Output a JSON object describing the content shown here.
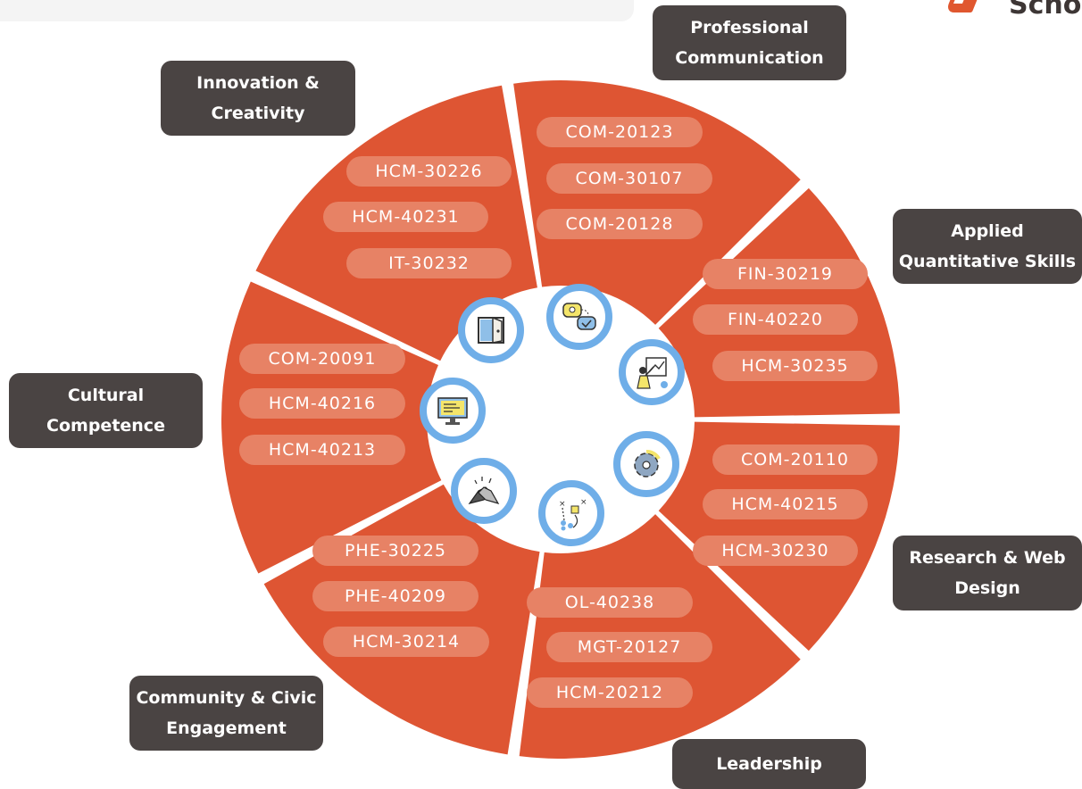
{
  "brand": {
    "logo_text": "Scho",
    "accent": "#e0572f"
  },
  "colors": {
    "wedge": "#de5533",
    "pill": "#e78265",
    "label_bg": "#4a4443",
    "icon_ring": "#6faee8"
  },
  "categories": [
    {
      "id": "professional-communication",
      "label": "Professional\nCommunication",
      "icon": "idea-chat-icon",
      "courses": [
        "COM-20123",
        "COM-30107",
        "COM-20128"
      ]
    },
    {
      "id": "applied-quantitative-skills",
      "label": "Applied\nQuantitative Skills",
      "icon": "presentation-icon",
      "courses": [
        "FIN-30219",
        "FIN-40220",
        "HCM-30235"
      ]
    },
    {
      "id": "research-web-design",
      "label": "Research  & Web\nDesign",
      "icon": "gear-icon",
      "courses": [
        "COM-20110",
        "HCM-40215",
        "HCM-30230"
      ]
    },
    {
      "id": "leadership",
      "label": "Leadership",
      "icon": "strategy-icon",
      "courses": [
        "OL-40238",
        "MGT-20127",
        "HCM-20212"
      ]
    },
    {
      "id": "community-civic-engagement",
      "label": "Community & Civic\nEngagement",
      "icon": "handshake-icon",
      "courses": [
        "PHE-30225",
        "PHE-40209",
        "HCM-30214"
      ]
    },
    {
      "id": "cultural-competence",
      "label": "Cultural\nCompetence",
      "icon": "monitor-icon",
      "courses": [
        "COM-20091",
        "HCM-40216",
        "HCM-40213"
      ]
    },
    {
      "id": "innovation-creativity",
      "label": "Innovation &\nCreativity",
      "icon": "door-icon",
      "courses": [
        "HCM-30226",
        "HCM-40231",
        "IT-30232"
      ]
    }
  ]
}
